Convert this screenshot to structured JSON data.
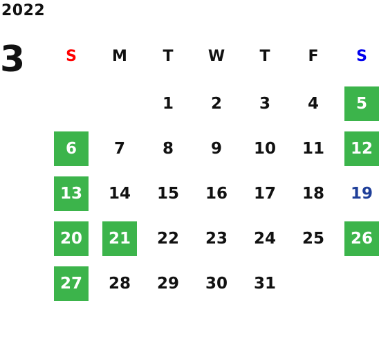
{
  "calendar": {
    "year": "2022",
    "month": "3",
    "weekdays": [
      "S",
      "M",
      "T",
      "W",
      "T",
      "F",
      "S"
    ],
    "weekday_colors": [
      "#ff0000",
      "#111111",
      "#111111",
      "#111111",
      "#111111",
      "#111111",
      "#0000ee"
    ],
    "highlight_color": "#3cb44b",
    "holiday_text_color": "#1f3f99",
    "weeks": [
      [
        {
          "day": ""
        },
        {
          "day": ""
        },
        {
          "day": "1"
        },
        {
          "day": "2"
        },
        {
          "day": "3"
        },
        {
          "day": "4"
        },
        {
          "day": "5",
          "highlighted": true
        }
      ],
      [
        {
          "day": "6",
          "highlighted": true
        },
        {
          "day": "7"
        },
        {
          "day": "8"
        },
        {
          "day": "9"
        },
        {
          "day": "10"
        },
        {
          "day": "11"
        },
        {
          "day": "12",
          "highlighted": true
        }
      ],
      [
        {
          "day": "13",
          "highlighted": true
        },
        {
          "day": "14"
        },
        {
          "day": "15"
        },
        {
          "day": "16"
        },
        {
          "day": "17"
        },
        {
          "day": "18"
        },
        {
          "day": "19",
          "holiday": true
        }
      ],
      [
        {
          "day": "20",
          "highlighted": true
        },
        {
          "day": "21",
          "highlighted": true
        },
        {
          "day": "22"
        },
        {
          "day": "23"
        },
        {
          "day": "24"
        },
        {
          "day": "25"
        },
        {
          "day": "26",
          "highlighted": true
        }
      ],
      [
        {
          "day": "27",
          "highlighted": true
        },
        {
          "day": "28"
        },
        {
          "day": "29"
        },
        {
          "day": "30"
        },
        {
          "day": "31"
        },
        {
          "day": ""
        },
        {
          "day": ""
        }
      ]
    ]
  }
}
